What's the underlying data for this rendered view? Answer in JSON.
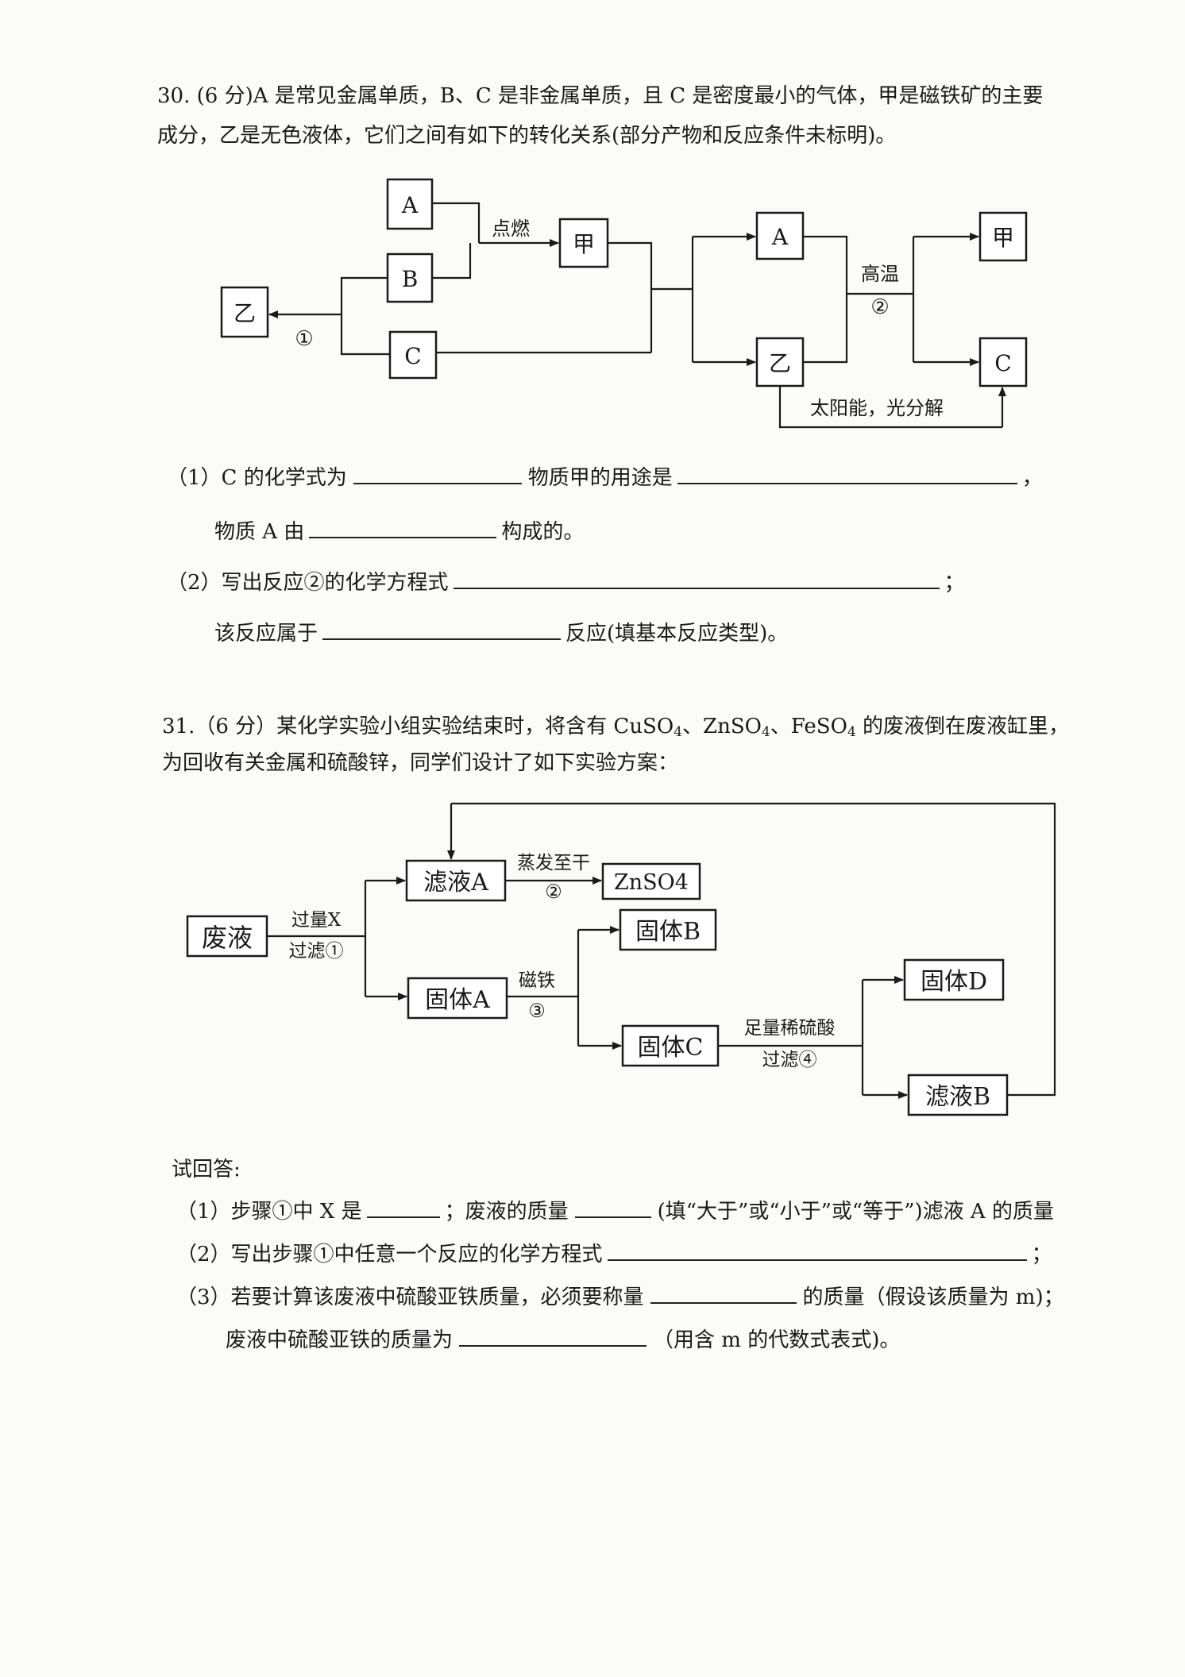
{
  "q30": {
    "stem_line1": "30. (6 分)A 是常见金属单质，B、C 是非金属单质，且 C 是密度最小的气体，甲是磁铁矿的主要",
    "stem_line2": "成分，乙是无色液体，它们之间有如下的转化关系(部分产物和反应条件未标明)。",
    "diagram": {
      "box_A": "A",
      "box_B": "B",
      "box_C": "C",
      "box_jia": "甲",
      "box_A2": "A",
      "box_yi2": "乙",
      "box_jia2": "甲",
      "box_C2": "C",
      "box_yi_left": "乙",
      "label_dianran": "点燃",
      "label_step1": "①",
      "label_gaowen": "高温",
      "label_step2": "②",
      "label_solar": "太阳能，光分解"
    },
    "q1_a": "（1）C 的化学式为",
    "q1_b": "物质甲的用途是",
    "q1_c": "，",
    "q1_d": "物质 A 由",
    "q1_e": "构成的。",
    "q2_a": "（2）写出反应②的化学方程式",
    "q2_b": "；",
    "q2_c": "该反应属于",
    "q2_d": "反应(填基本反应类型)。"
  },
  "q31": {
    "stem_line1_a": "31.（6 分）某化学实验小组实验结束时，将含有 CuSO",
    "stem_sub1": "4",
    "stem_line1_b": "、ZnSO",
    "stem_sub2": "4",
    "stem_line1_c": "、FeSO",
    "stem_sub3": "4",
    "stem_line1_d": " 的废液倒在废液缸里，",
    "stem_line2": "为回收有关金属和硫酸锌，同学们设计了如下实验方案：",
    "diagram": {
      "box_feiye": "废液",
      "box_lvyeA": "滤液A",
      "box_znso4": "ZnSO4",
      "box_guitiA": "固体A",
      "box_guitiB": "固体B",
      "box_guitiC": "固体C",
      "box_guitiD": "固体D",
      "box_lvyeB": "滤液B",
      "label_guoliangX": "过量X",
      "label_guolv1": "过滤①",
      "label_zhengfa": "蒸发至干",
      "label_step2": "②",
      "label_citie": "磁铁",
      "label_step3": "③",
      "label_xiliusuan": "足量稀硫酸",
      "label_guolv4": "过滤④"
    },
    "answer_intro": "试回答:",
    "q1_a": "（1）步骤①中 X 是",
    "q1_b": "；废液的质量",
    "q1_c": "(填“大于”或“小于”或“等于”)滤液 A 的质量",
    "q2_a": "（2）写出步骤①中任意一个反应的化学方程式",
    "q2_b": "；",
    "q3_a": "（3）若要计算该废液中硫酸亚铁质量，必须要称量",
    "q3_b": "的质量（假设该质量为 m)；",
    "q3_c": "废液中硫酸亚铁的质量为",
    "q3_d": "（用含 m 的代数式表式)。"
  }
}
